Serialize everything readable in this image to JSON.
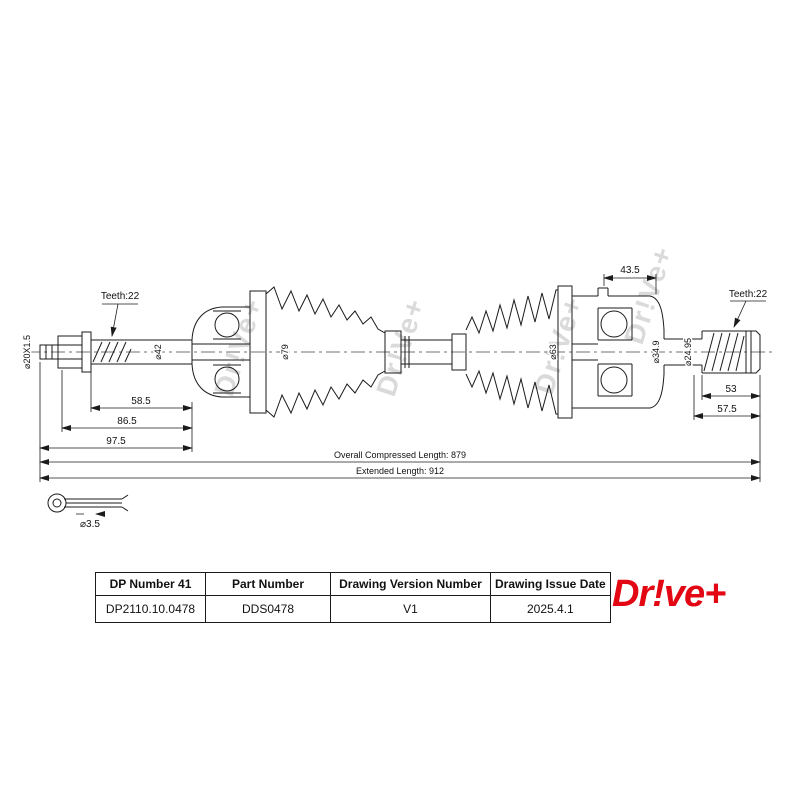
{
  "watermark": {
    "text": "Dr!Ve+"
  },
  "drawing": {
    "left": {
      "teeth": "Teeth:22",
      "thread_dia": "⌀20X1.5",
      "shaft_dia": "⌀42",
      "boot_dia": "⌀79",
      "dim_a": "58.5",
      "dim_b": "86.5",
      "dim_c": "97.5"
    },
    "right": {
      "teeth": "Teeth:22",
      "housing_dim": "43.5",
      "joint_dia": "⌀63",
      "shaft_dia": "⌀34.9",
      "spline_dia": "⌀24.95",
      "dim_a": "53",
      "dim_b": "57.5"
    },
    "overall": {
      "compressed": "Overall  Compressed  Length: 879",
      "extended": "Extended  Length: 912"
    },
    "pin_dia": "⌀3.5"
  },
  "title_block": {
    "columns": [
      {
        "header": "DP Number 41",
        "value": "DP2110.10.0478"
      },
      {
        "header": "Part Number",
        "value": "DDS0478"
      },
      {
        "header": "Drawing Version Number",
        "value": "V1"
      },
      {
        "header": "Drawing Issue Date",
        "value": "2025.4.1"
      }
    ]
  },
  "logo": {
    "text": "Dr!ve+",
    "color": "#e30613"
  }
}
